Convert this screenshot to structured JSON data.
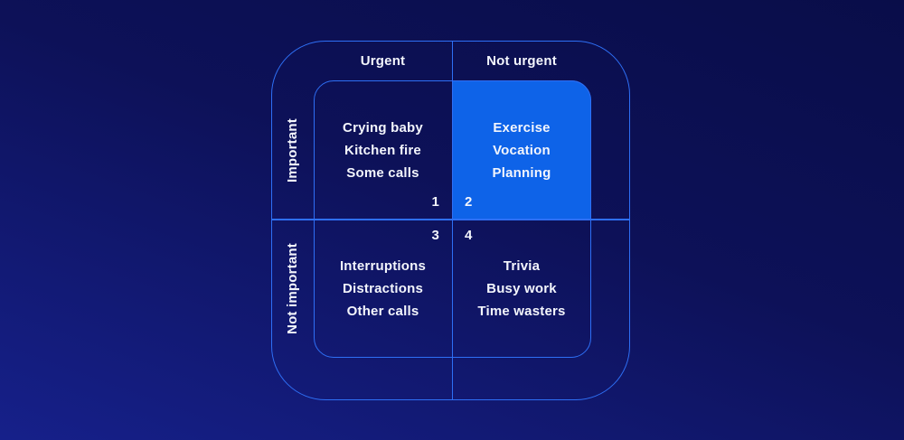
{
  "colors": {
    "accent_line": "#2e6ff5",
    "highlight_fill": "#0e63e8",
    "text": "#f3f5fc",
    "background_top": "#090d49",
    "background_bottom": "#16208a"
  },
  "matrix": {
    "column_headers": [
      "Urgent",
      "Not urgent"
    ],
    "row_headers": [
      "Important",
      "Not important"
    ],
    "quadrants": [
      {
        "number": "1",
        "column": "Urgent",
        "row": "Important",
        "highlighted": false,
        "items": [
          "Crying baby",
          "Kitchen fire",
          "Some calls"
        ]
      },
      {
        "number": "2",
        "column": "Not urgent",
        "row": "Important",
        "highlighted": true,
        "items": [
          "Exercise",
          "Vocation",
          "Planning"
        ]
      },
      {
        "number": "3",
        "column": "Urgent",
        "row": "Not important",
        "highlighted": false,
        "items": [
          "Interruptions",
          "Distractions",
          "Other calls"
        ]
      },
      {
        "number": "4",
        "column": "Not urgent",
        "row": "Not important",
        "highlighted": false,
        "items": [
          "Trivia",
          "Busy work",
          "Time wasters"
        ]
      }
    ]
  }
}
